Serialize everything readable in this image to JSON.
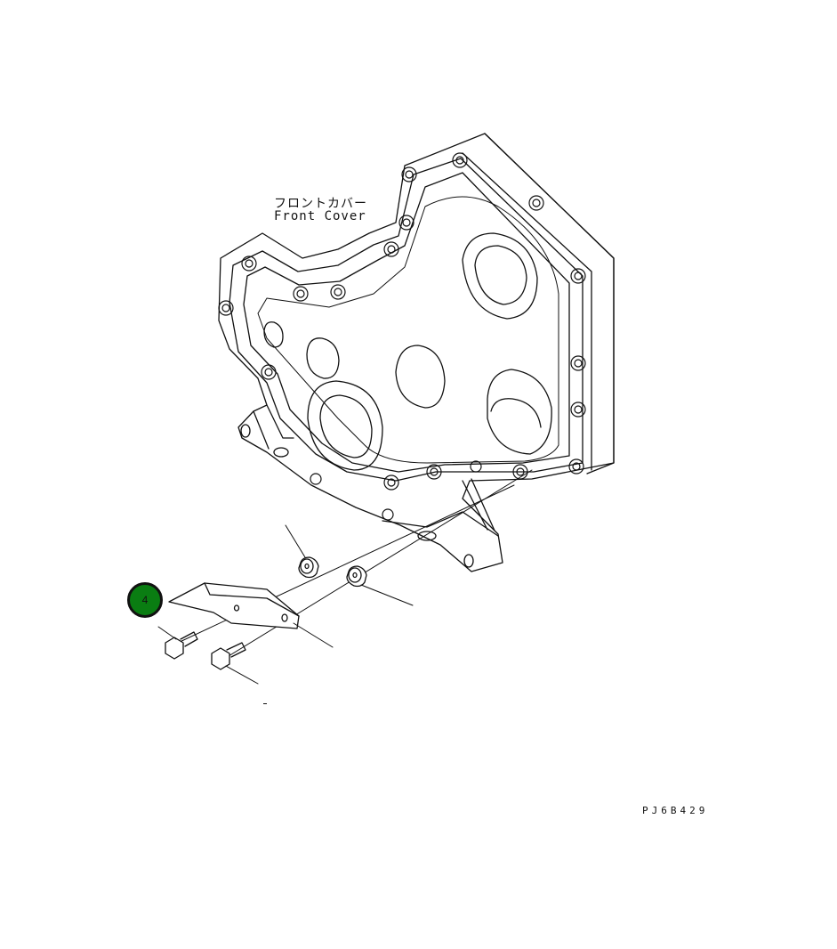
{
  "labels": {
    "front_cover_jp": "フロントカバー",
    "front_cover_en": "Front Cover",
    "drawing_code": "PJ6B429"
  },
  "callouts": [
    {
      "number": "4"
    }
  ],
  "colors": {
    "callout_fill": "#0a7d12",
    "line": "#111111"
  }
}
